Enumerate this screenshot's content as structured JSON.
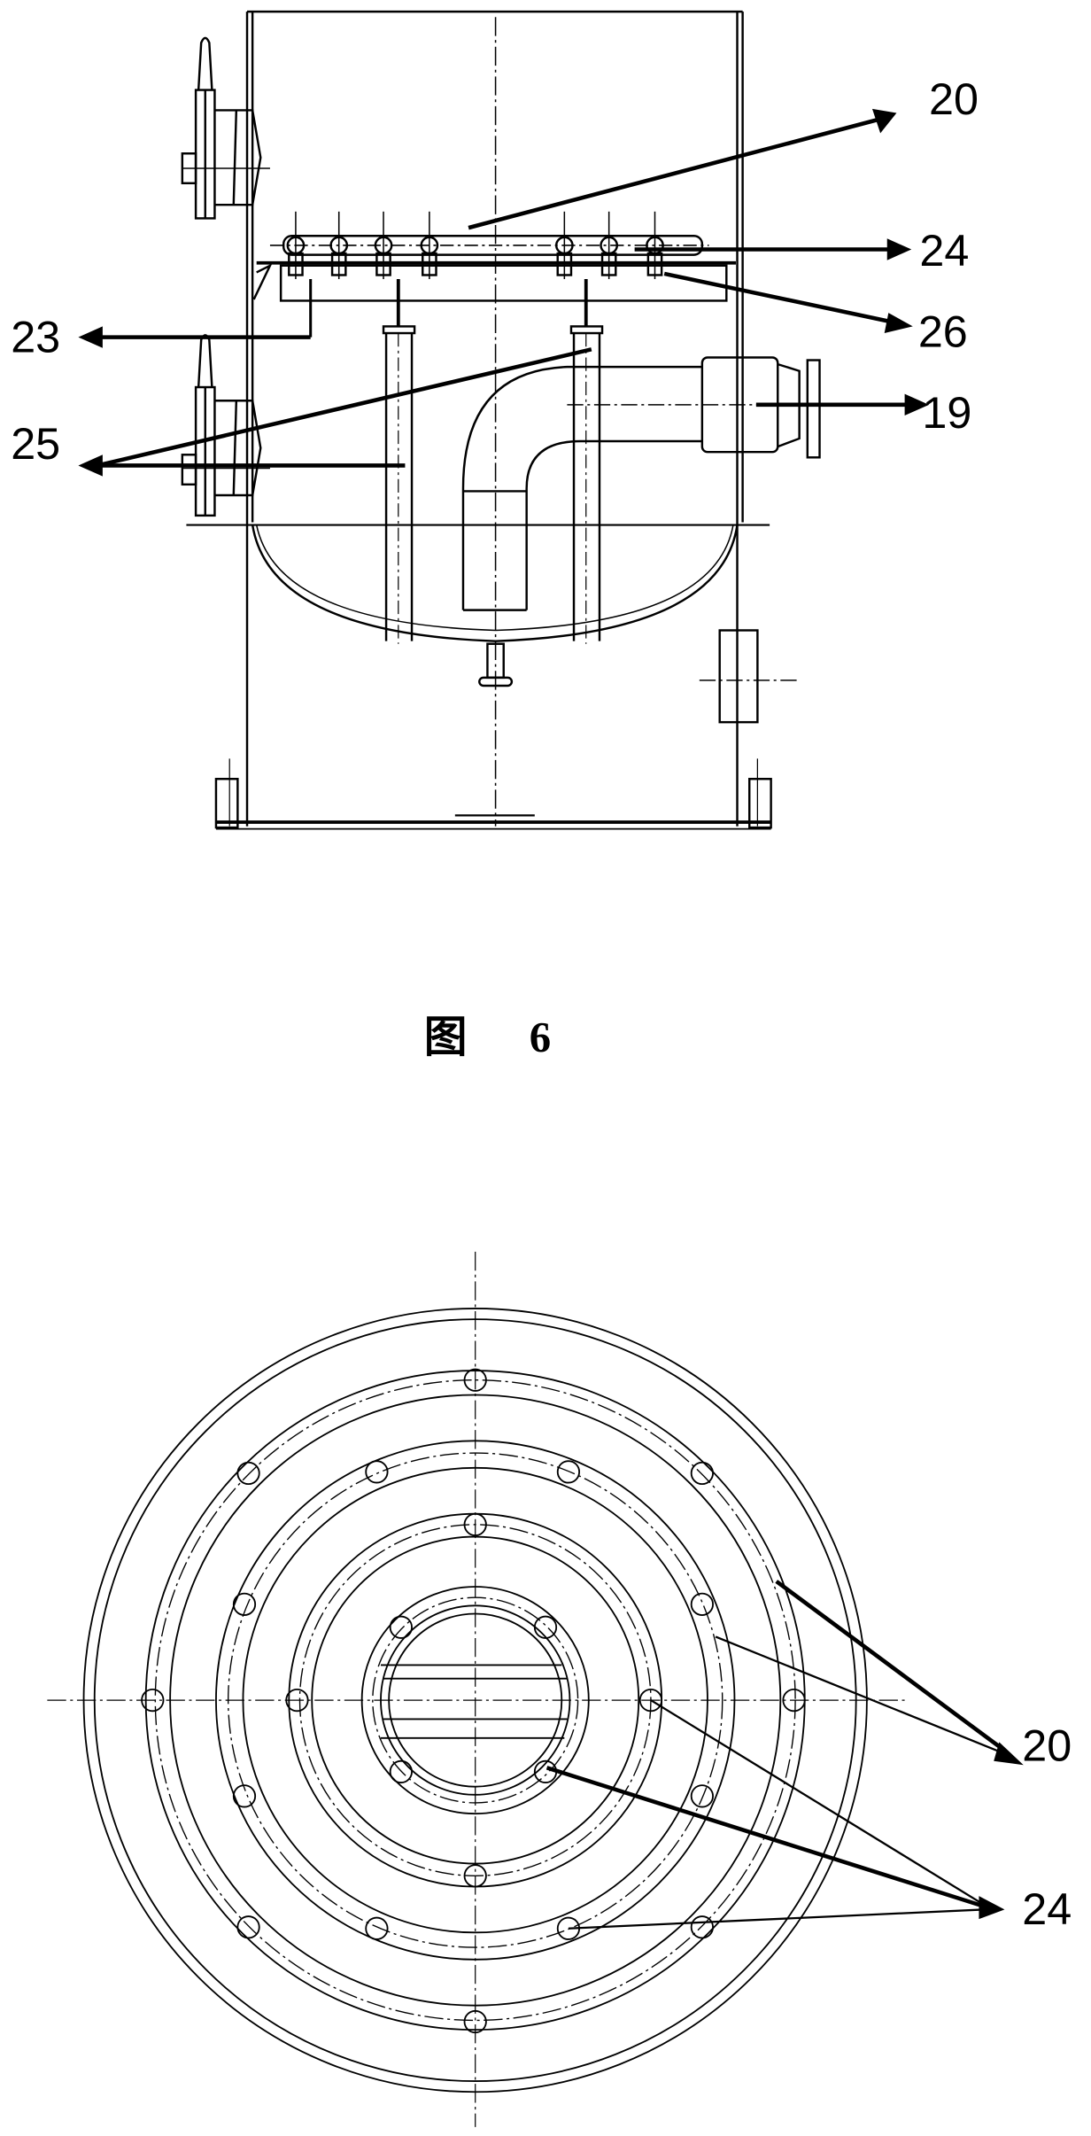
{
  "figure": {
    "caption_char": "图",
    "caption_number": "6",
    "side_view": {
      "labels": [
        {
          "id": "20",
          "text": "20"
        },
        {
          "id": "24",
          "text": "24"
        },
        {
          "id": "26",
          "text": "26"
        },
        {
          "id": "23",
          "text": "23"
        },
        {
          "id": "25",
          "text": "25"
        },
        {
          "id": "19",
          "text": "19"
        }
      ]
    },
    "top_view": {
      "labels": [
        {
          "id": "20",
          "text": "20"
        },
        {
          "id": "24",
          "text": "24"
        }
      ]
    }
  },
  "colors": {
    "line": "#000000",
    "background": "#ffffff"
  }
}
